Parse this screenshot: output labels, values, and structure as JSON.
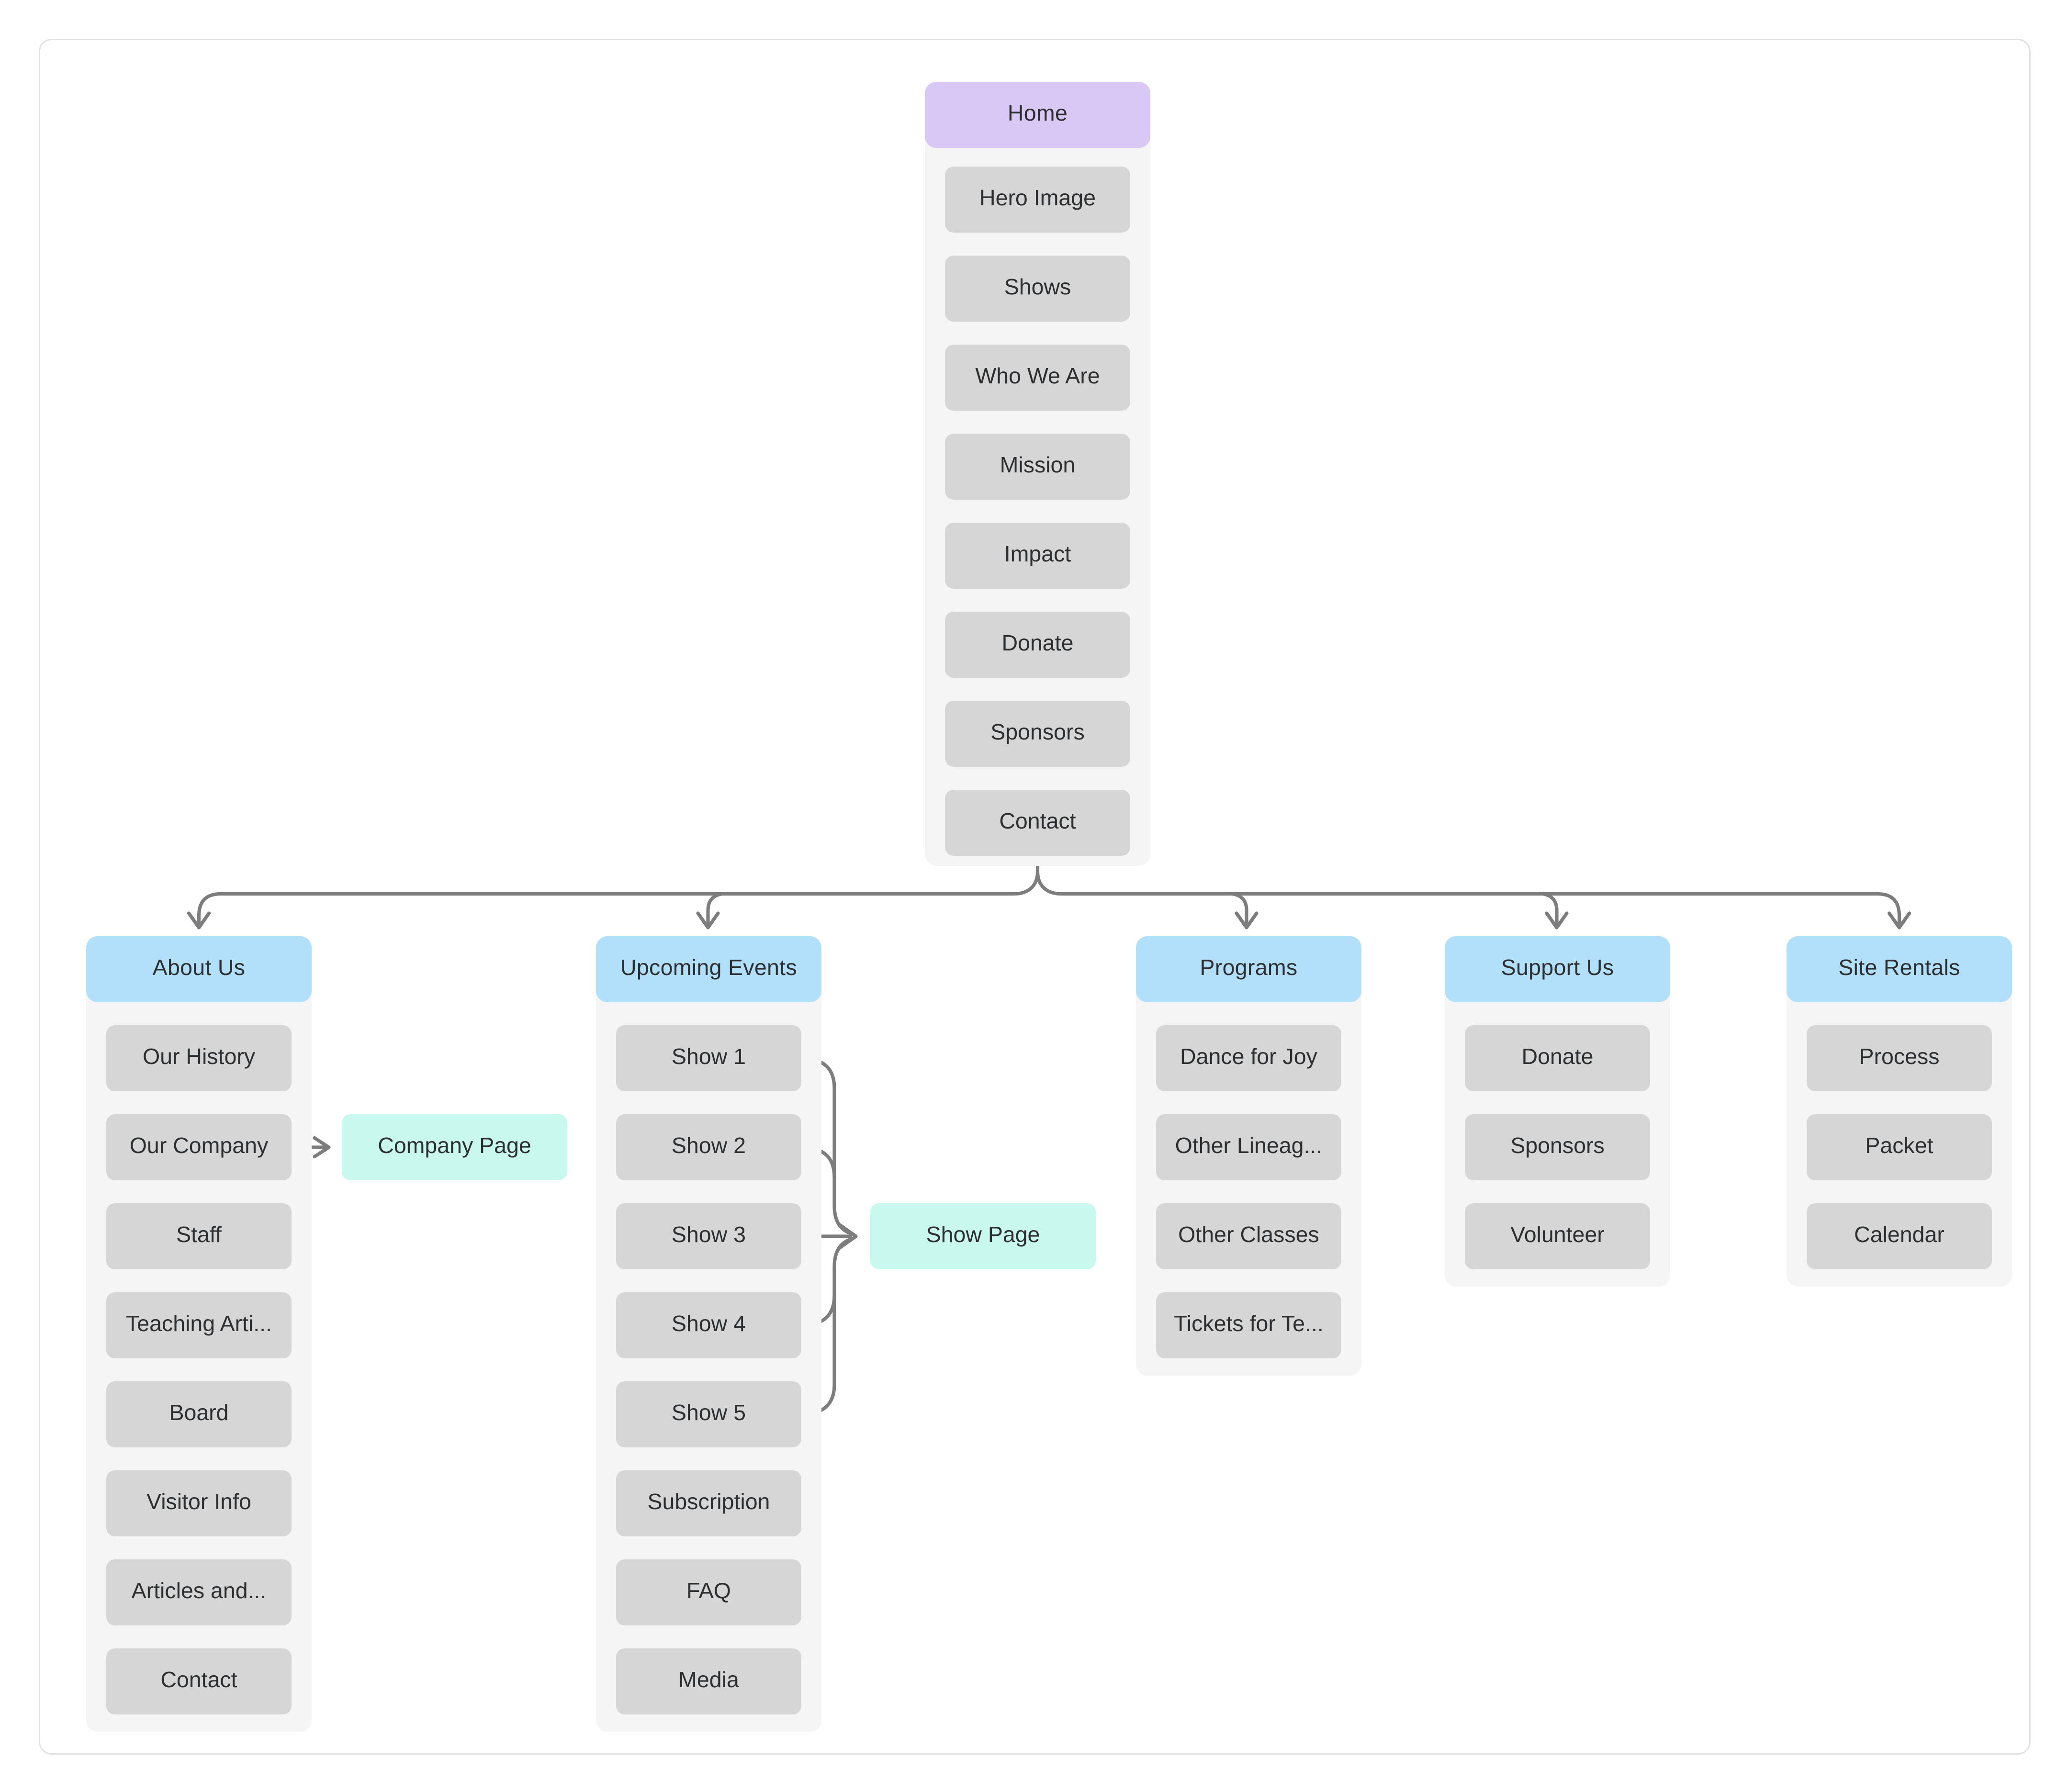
{
  "diagram": {
    "kind": "website-sitemap"
  },
  "colors": {
    "root_header": "#d9c8f6",
    "section_header": "#b2dffa",
    "item_node": "#d6d6d6",
    "group_background": "#f5f5f6",
    "detail_page": "#c9f8ef",
    "connector": "#7d7d7d",
    "text": "#2d2e30",
    "frame_border": "#e3e3e3"
  },
  "home": {
    "title": "Home",
    "items": [
      "Hero Image",
      "Shows",
      "Who We Are",
      "Mission",
      "Impact",
      "Donate",
      "Sponsors",
      "Contact"
    ]
  },
  "columns": [
    {
      "title": "About Us",
      "items": [
        "Our History",
        "Our Company",
        "Staff",
        "Teaching Arti...",
        "Board",
        "Visitor Info",
        "Articles and...",
        "Contact"
      ]
    },
    {
      "title": "Upcoming Events",
      "items": [
        "Show 1",
        "Show 2",
        "Show 3",
        "Show 4",
        "Show 5",
        "Subscription",
        "FAQ",
        "Media"
      ]
    },
    {
      "title": "Programs",
      "items": [
        "Dance for Joy",
        "Other Lineag...",
        "Other Classes",
        "Tickets for Te..."
      ]
    },
    {
      "title": "Support Us",
      "items": [
        "Donate",
        "Sponsors",
        "Volunteer"
      ]
    },
    {
      "title": "Site Rentals",
      "items": [
        "Process",
        "Packet",
        "Calendar"
      ]
    }
  ],
  "detail_pages": [
    {
      "label": "Company Page"
    },
    {
      "label": "Show Page"
    }
  ]
}
